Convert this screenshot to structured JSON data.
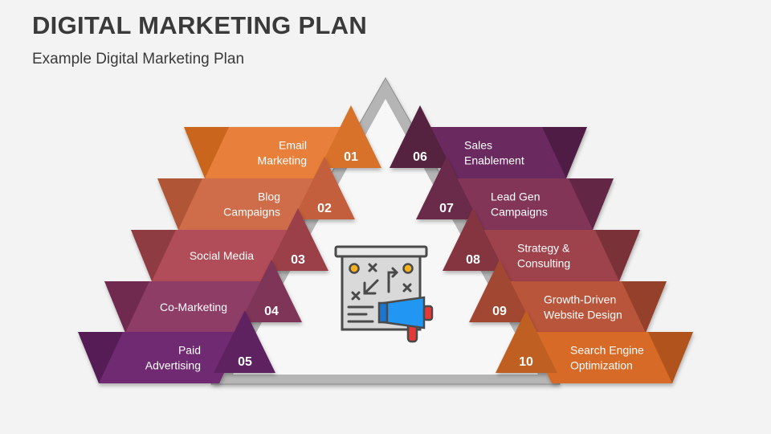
{
  "title": "DIGITAL MARKETING PLAN",
  "subtitle": "Example Digital Marketing Plan",
  "center_icon": "strategy-board-megaphone-icon",
  "left_items": [
    {
      "number": "01",
      "lines": [
        "Email",
        "Marketing"
      ],
      "color": "#E8803A",
      "back_color": "#C9651F",
      "num_color": "#D8712A"
    },
    {
      "number": "02",
      "lines": [
        "Blog",
        "Campaigns"
      ],
      "color": "#CF6D4C",
      "back_color": "#B05534",
      "num_color": "#C45E3E"
    },
    {
      "number": "03",
      "lines": [
        "Social Media"
      ],
      "color": "#B14E58",
      "back_color": "#8E3A43",
      "num_color": "#9B4049"
    },
    {
      "number": "04",
      "lines": [
        "Co-Marketing"
      ],
      "color": "#8E3D66",
      "back_color": "#6F2C50",
      "num_color": "#7E3458"
    },
    {
      "number": "05",
      "lines": [
        "Paid",
        "Advertising"
      ],
      "color": "#702A72",
      "back_color": "#541E57",
      "num_color": "#5E2361"
    }
  ],
  "right_items": [
    {
      "number": "06",
      "lines": [
        "Sales",
        "Enablement"
      ],
      "color": "#6B2A5E",
      "back_color": "#4F1E45",
      "num_color": "#55203F"
    },
    {
      "number": "07",
      "lines": [
        "Lead Gen",
        "Campaigns"
      ],
      "color": "#833458",
      "back_color": "#632744",
      "num_color": "#6A2A4A"
    },
    {
      "number": "08",
      "lines": [
        "Strategy &",
        "Consulting"
      ],
      "color": "#9E424C",
      "back_color": "#7A3039",
      "num_color": "#853640"
    },
    {
      "number": "09",
      "lines": [
        "Growth-Driven",
        "Website Design"
      ],
      "color": "#B9553B",
      "back_color": "#954129",
      "num_color": "#A24730"
    },
    {
      "number": "10",
      "lines": [
        "Search Engine",
        "Optimization"
      ],
      "color": "#D66A25",
      "back_color": "#B0521A",
      "num_color": "#C05E20"
    }
  ]
}
